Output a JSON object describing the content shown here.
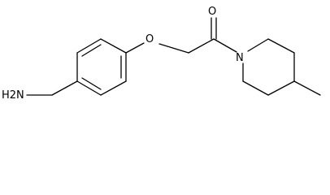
{
  "molecule": {
    "atoms": {
      "amine": "H2N",
      "ether_oxygen": "O",
      "carbonyl_oxygen": "O",
      "ring_nitrogen": "N"
    }
  }
}
